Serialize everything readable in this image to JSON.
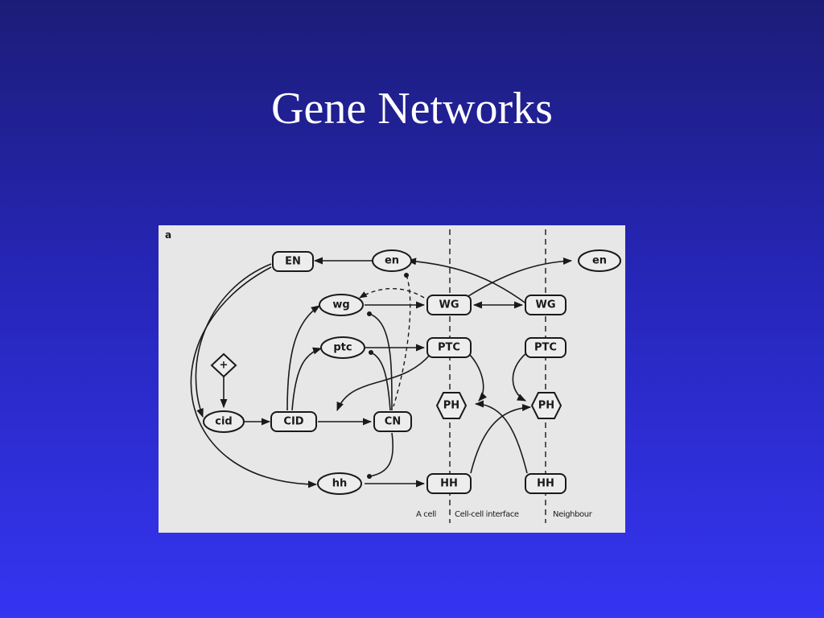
{
  "slide": {
    "title": "Gene Networks"
  },
  "figure": {
    "panel_label": "a",
    "nodes": {
      "EN": "EN",
      "en": "en",
      "en_neighbour": "en",
      "wg": "wg",
      "WG": "WG",
      "WG_neighbour": "WG",
      "ptc": "ptc",
      "PTC": "PTC",
      "PTC_neighbour": "PTC",
      "plus": "+",
      "cid": "cid",
      "CID": "CID",
      "CN": "CN",
      "PH": "PH",
      "PH_neighbour": "PH",
      "hh": "hh",
      "HH": "HH",
      "HH_neighbour": "HH"
    },
    "footer": {
      "a_cell": "A cell",
      "interface": "Cell-cell interface",
      "neighbour": "Neighbour"
    }
  }
}
